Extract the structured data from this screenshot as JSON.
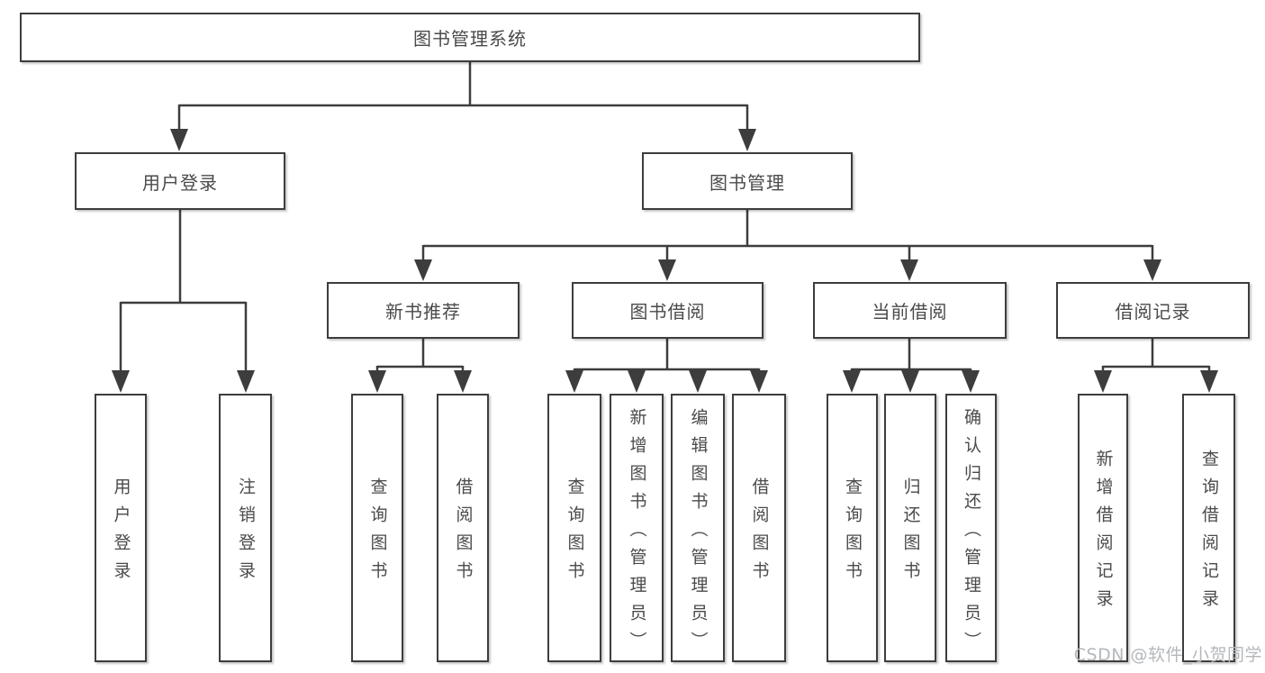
{
  "tree": {
    "root": {
      "label": "图书管理系统"
    },
    "branches": [
      {
        "label": "用户登录",
        "children": [
          {
            "label": "用户登录"
          },
          {
            "label": "注销登录"
          }
        ]
      },
      {
        "label": "图书管理",
        "children": [
          {
            "label": "新书推荐",
            "children": [
              {
                "label": "查询图书"
              },
              {
                "label": "借阅图书"
              }
            ]
          },
          {
            "label": "图书借阅",
            "children": [
              {
                "label": "查询图书"
              },
              {
                "label": "新增图书（管理员）"
              },
              {
                "label": "编辑图书（管理员）"
              },
              {
                "label": "借阅图书"
              }
            ]
          },
          {
            "label": "当前借阅",
            "children": [
              {
                "label": "查询图书"
              },
              {
                "label": "归还图书"
              },
              {
                "label": "确认归还（管理员）"
              }
            ]
          },
          {
            "label": "借阅记录",
            "children": [
              {
                "label": "新增借阅记录"
              },
              {
                "label": "查询借阅记录"
              }
            ]
          }
        ]
      }
    ]
  },
  "watermark": {
    "text": "CSDN @软件_小贺同学"
  },
  "colors": {
    "line": "#3d3d3d",
    "box_border": "#3d3d3d",
    "box_fill": "#ffffff",
    "text": "#4a4a4a",
    "watermark_text": "#b4b7bb",
    "background": "#ffffff"
  }
}
